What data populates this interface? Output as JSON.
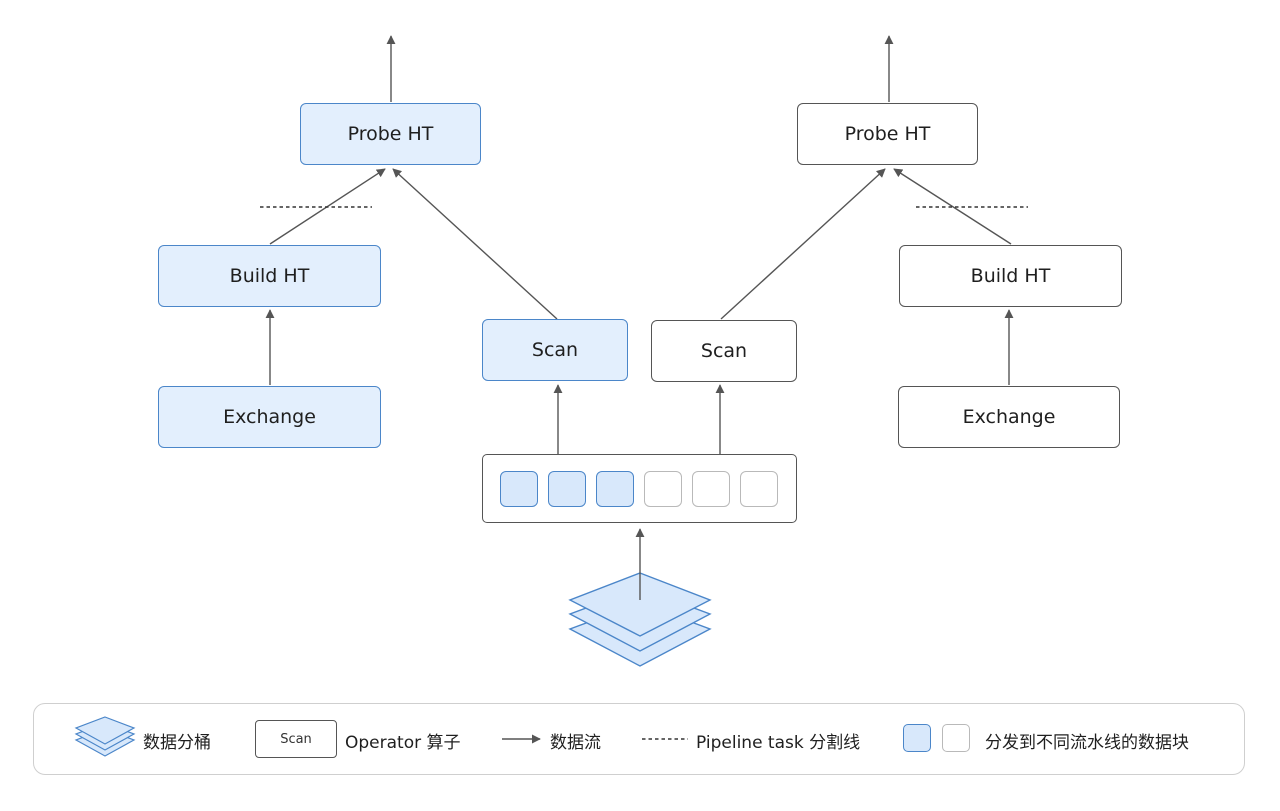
{
  "diagram": {
    "left_pipeline": {
      "probe": "Probe HT",
      "build": "Build HT",
      "exchange": "Exchange",
      "scan": "Scan"
    },
    "right_pipeline": {
      "probe": "Probe HT",
      "build": "Build HT",
      "exchange": "Exchange",
      "scan": "Scan"
    },
    "queue_blocks": [
      "blue",
      "blue",
      "blue",
      "white",
      "white",
      "white"
    ]
  },
  "legend": {
    "buckets_label": "数据分桶",
    "operator_sample": "Scan",
    "operator_label": "Operator 算子",
    "dataflow_label": "数据流",
    "pipeline_label": "Pipeline task 分割线",
    "blocks_label": "分发到不同流水线的数据块"
  },
  "colors": {
    "accent_fill": "#e3effd",
    "accent_stroke": "#4b86c9",
    "line": "#555555"
  }
}
